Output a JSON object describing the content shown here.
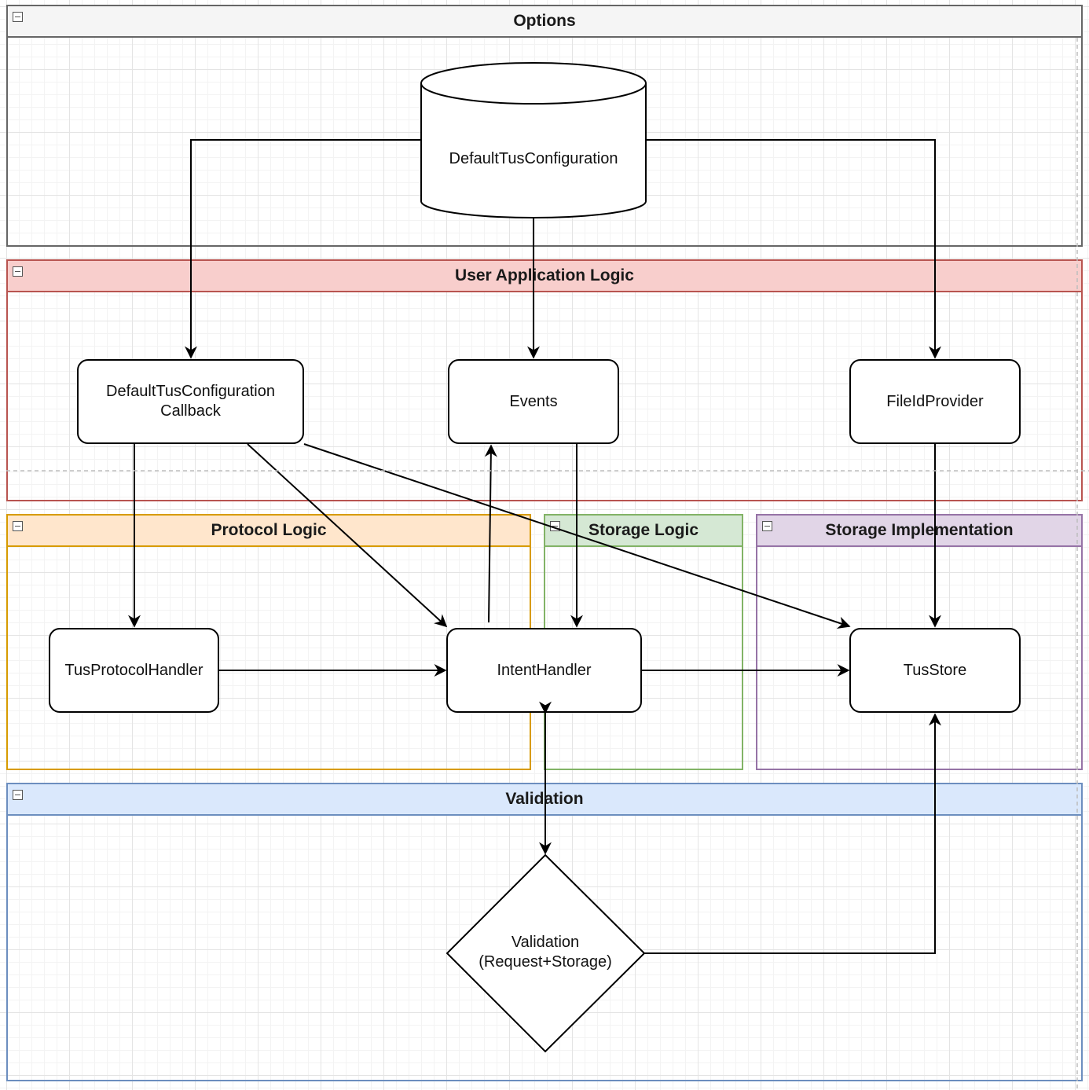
{
  "lanes": {
    "options": {
      "title": "Options",
      "fill": "#f5f5f5",
      "stroke": "#666666"
    },
    "user_app": {
      "title": "User Application Logic",
      "fill": "#f8cecc",
      "stroke": "#b85450"
    },
    "protocol": {
      "title": "Protocol Logic",
      "fill": "#ffe6cc",
      "stroke": "#d79b00"
    },
    "storage_logic": {
      "title": "Storage Logic",
      "fill": "#d5e8d4",
      "stroke": "#82b366"
    },
    "storage_impl": {
      "title": "Storage Implementation",
      "fill": "#e1d5e7",
      "stroke": "#9673a6"
    },
    "validation": {
      "title": "Validation",
      "fill": "#dae8fc",
      "stroke": "#6c8ebf"
    }
  },
  "nodes": {
    "default_config": "DefaultTusConfiguration",
    "config_callback": "DefaultTusConfiguration\nCallback",
    "events": "Events",
    "file_id_provider": "FileIdProvider",
    "protocol_handler": "TusProtocolHandler",
    "intent_handler": "IntentHandler",
    "tus_store": "TusStore",
    "validation": "Validation\n(Request+Storage)"
  }
}
